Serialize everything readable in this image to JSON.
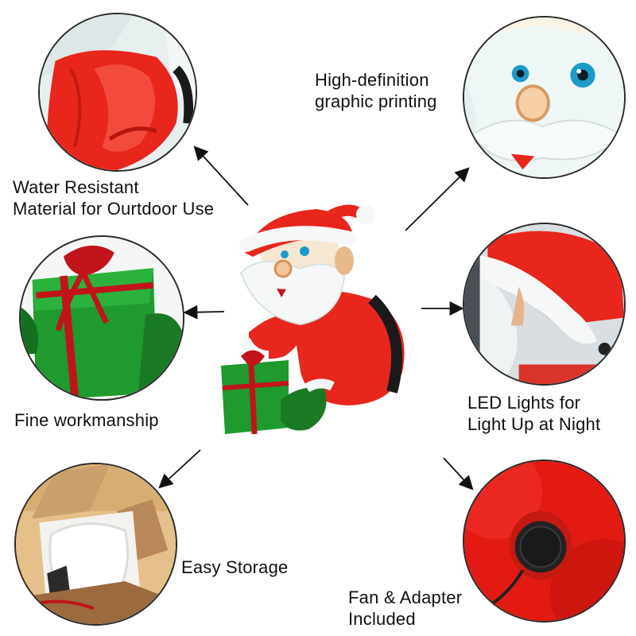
{
  "features": {
    "water": {
      "label": "Water Resistant\nMaterial for Ourtdoor Use",
      "icon": "inflatable-fabric-closeup"
    },
    "print": {
      "label": "High-definition\ngraphic printing",
      "icon": "santa-face-closeup"
    },
    "workmanship": {
      "label": "Fine workmanship",
      "icon": "gift-box-closeup"
    },
    "led": {
      "label": "LED Lights for\nLight Up at Night",
      "icon": "santa-hat-closeup"
    },
    "storage": {
      "label": "Easy Storage",
      "icon": "cardboard-box"
    },
    "fan": {
      "label": "Fan & Adapter\nIncluded",
      "icon": "fan-vent-closeup"
    }
  },
  "colors": {
    "santa_red": "#e8261c",
    "gift_green": "#1e9a2e",
    "ribbon_red": "#c0141a",
    "fur_white": "#f1f5f6",
    "box_brown": "#c9a06c"
  }
}
